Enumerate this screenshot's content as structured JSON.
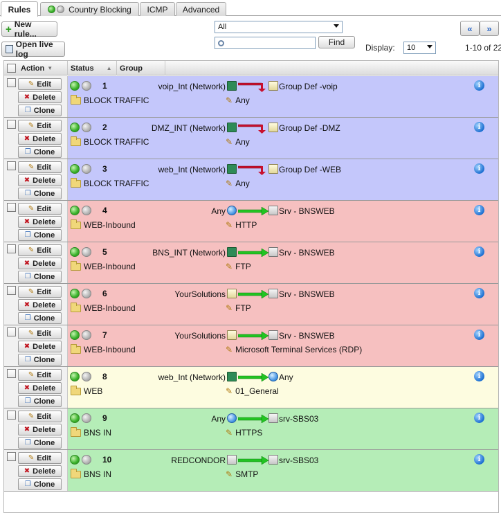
{
  "tabs": [
    {
      "label": "Rules",
      "active": true
    },
    {
      "label": "Country Blocking",
      "active": false
    },
    {
      "label": "ICMP",
      "active": false
    },
    {
      "label": "Advanced",
      "active": false
    }
  ],
  "toolbar": {
    "new_rule_label": "New rule...",
    "live_log_label": "Open live log",
    "filter_value": "All",
    "search_value": "",
    "find_label": "Find",
    "display_label": "Display:",
    "display_value": "10",
    "page_range": "1-10 of 22"
  },
  "table": {
    "headers": {
      "action": "Action",
      "status": "Status",
      "group": "Group"
    },
    "action_labels": {
      "edit": "Edit",
      "delete": "Delete",
      "clone": "Clone"
    },
    "row_colors": {
      "blue": "#c4c7fb",
      "red": "#f6c0c0",
      "yellow": "#fdfce0",
      "green": "#b5edb7"
    },
    "rules": [
      {
        "num": "1",
        "group": "BLOCK TRAFFIC",
        "source": "voip_Int (Network)",
        "src_icon": "network-icon",
        "action": "block",
        "dest": "Group Def -voip",
        "dst_icon": "host-group-icon",
        "service": "Any",
        "color": "blue"
      },
      {
        "num": "2",
        "group": "BLOCK TRAFFIC",
        "source": "DMZ_INT (Network)",
        "src_icon": "network-icon",
        "action": "block",
        "dest": "Group Def -DMZ",
        "dst_icon": "host-group-icon",
        "service": "Any",
        "color": "blue"
      },
      {
        "num": "3",
        "group": "BLOCK TRAFFIC",
        "source": "web_Int (Network)",
        "src_icon": "network-icon",
        "action": "block",
        "dest": "Group Def -WEB",
        "dst_icon": "host-group-icon",
        "service": "Any",
        "color": "blue"
      },
      {
        "num": "4",
        "group": "WEB-Inbound",
        "source": "Any",
        "src_icon": "globe-icon",
        "action": "allow",
        "dest": "Srv - BNSWEB",
        "dst_icon": "host-icon",
        "service": "HTTP",
        "color": "red"
      },
      {
        "num": "5",
        "group": "WEB-Inbound",
        "source": "BNS_INT (Network)",
        "src_icon": "network-icon",
        "action": "allow",
        "dest": "Srv - BNSWEB",
        "dst_icon": "host-icon",
        "service": "FTP",
        "color": "red"
      },
      {
        "num": "6",
        "group": "WEB-Inbound",
        "source": "YourSolutions",
        "src_icon": "host-group-icon",
        "action": "allow",
        "dest": "Srv - BNSWEB",
        "dst_icon": "host-icon",
        "service": "FTP",
        "color": "red"
      },
      {
        "num": "7",
        "group": "WEB-Inbound",
        "source": "YourSolutions",
        "src_icon": "host-group-icon",
        "action": "allow",
        "dest": "Srv - BNSWEB",
        "dst_icon": "host-icon",
        "service": "Microsoft Terminal Services (RDP)",
        "color": "red"
      },
      {
        "num": "8",
        "group": "WEB",
        "source": "web_Int (Network)",
        "src_icon": "network-icon",
        "action": "allow",
        "dest": "Any",
        "dst_icon": "globe-icon",
        "service": "01_General",
        "color": "yellow"
      },
      {
        "num": "9",
        "group": "BNS IN",
        "source": "Any",
        "src_icon": "globe-icon",
        "action": "allow",
        "dest": "srv-SBS03",
        "dst_icon": "host-icon",
        "service": "HTTPS",
        "color": "green"
      },
      {
        "num": "10",
        "group": "BNS IN",
        "source": "REDCONDOR",
        "src_icon": "monitor-icon",
        "action": "allow",
        "dest": "srv-SBS03",
        "dst_icon": "host-icon",
        "service": "SMTP",
        "color": "green"
      }
    ]
  }
}
